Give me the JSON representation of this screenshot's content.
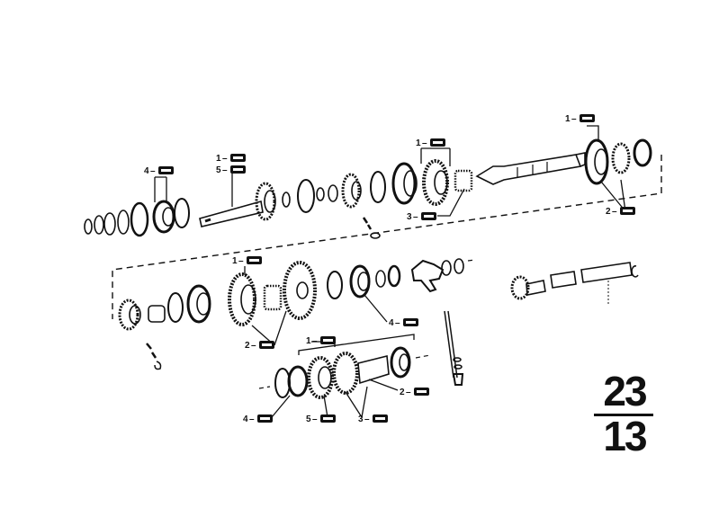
{
  "figure": {
    "group": "23",
    "sheet": "13"
  },
  "callouts": [
    {
      "id": "c-top-left-4",
      "num": "4"
    },
    {
      "id": "c-top-1a",
      "num": "1"
    },
    {
      "id": "c-top-5",
      "num": "5"
    },
    {
      "id": "c-top-1b",
      "num": "1"
    },
    {
      "id": "c-top-3",
      "num": "3"
    },
    {
      "id": "c-top-right-1",
      "num": "1"
    },
    {
      "id": "c-top-right-2",
      "num": "2"
    },
    {
      "id": "c-mid-1",
      "num": "1"
    },
    {
      "id": "c-mid-2",
      "num": "2"
    },
    {
      "id": "c-mid-4",
      "num": "4"
    },
    {
      "id": "c-low-1",
      "num": "1"
    },
    {
      "id": "c-low-2",
      "num": "2"
    },
    {
      "id": "c-low-4",
      "num": "4"
    },
    {
      "id": "c-low-5",
      "num": "5"
    },
    {
      "id": "c-low-3",
      "num": "3"
    }
  ],
  "colors": {
    "ink": "#111111",
    "paper": "#ffffff"
  }
}
